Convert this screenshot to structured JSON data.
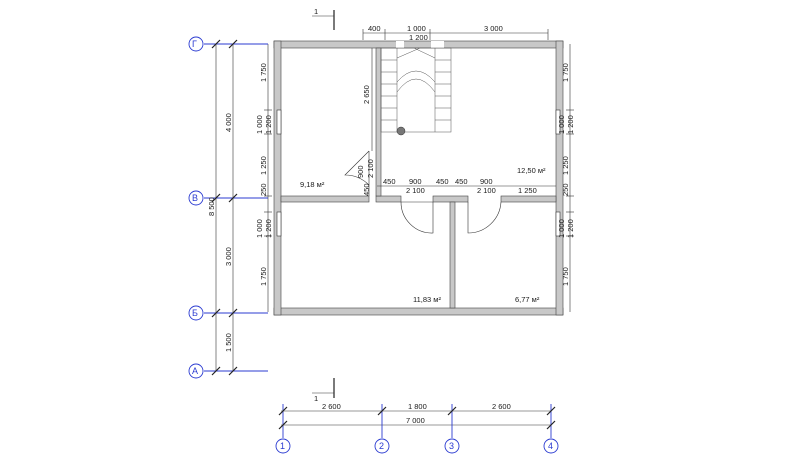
{
  "section": {
    "label": "1"
  },
  "axes": {
    "rows": [
      "Г",
      "В",
      "Б",
      "А"
    ],
    "cols": [
      "1",
      "2",
      "3",
      "4"
    ]
  },
  "rooms": [
    {
      "area": "9,18 м²"
    },
    {
      "area": "12,50 м²"
    },
    {
      "area": "11,83 м²"
    },
    {
      "area": "6,77 м²"
    }
  ],
  "dims": {
    "top": [
      "400",
      "1 000",
      "1 200",
      "3 000"
    ],
    "left_overall": "8 500",
    "left_segments": [
      "4 000",
      "3 000",
      "1 500"
    ],
    "left_wall": [
      "1 750",
      "1 000",
      "1 200",
      "1 250",
      "250",
      "1 000",
      "1 200",
      "1 750"
    ],
    "right_wall": [
      "1 750",
      "1 000",
      "1 200",
      "1 250",
      "250",
      "1 000",
      "1 200",
      "1 750"
    ],
    "bottom_segments": [
      "2 600",
      "1 800",
      "2 600"
    ],
    "bottom_overall": "7 000",
    "interior_stair": "2 650",
    "interior_door": [
      "900",
      "2 100",
      "450"
    ],
    "interior_row1": [
      "450",
      "900",
      "450",
      "450",
      "900"
    ],
    "interior_row2": [
      "2 100",
      "2 100",
      "1 250"
    ]
  },
  "colors": {
    "axis": "#2b3bd1",
    "wall": "#c8c8c8"
  }
}
